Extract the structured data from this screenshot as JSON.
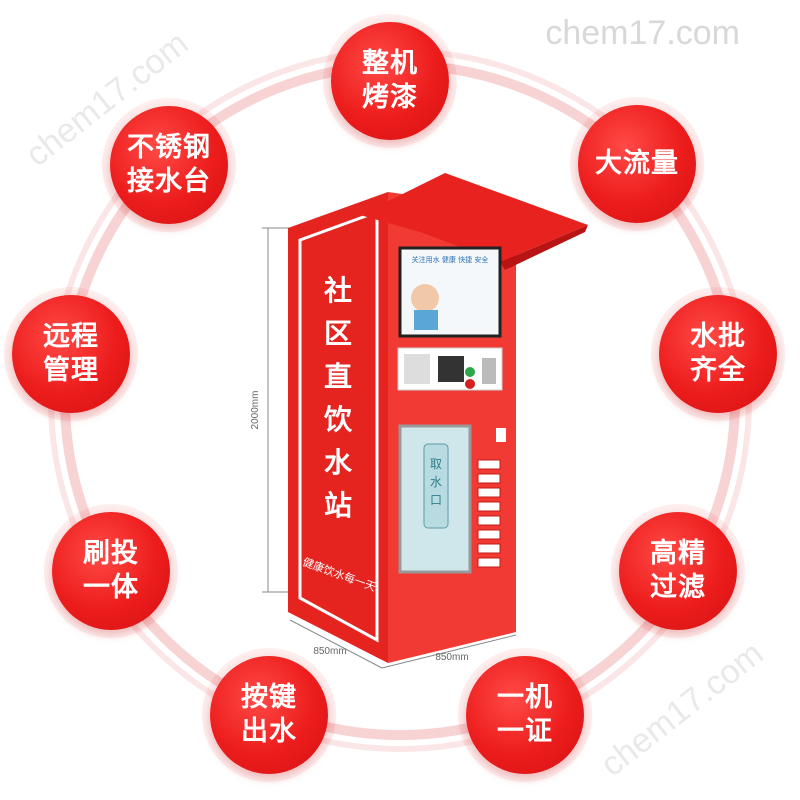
{
  "watermark": "chem17.com",
  "features": [
    {
      "line1": "整机",
      "line2": "烤漆"
    },
    {
      "line1": "大流量",
      "line2": ""
    },
    {
      "line1": "水批",
      "line2": "齐全"
    },
    {
      "line1": "高精",
      "line2": "过滤"
    },
    {
      "line1": "一机",
      "line2": "一证"
    },
    {
      "line1": "按键",
      "line2": "出水"
    },
    {
      "line1": "刷投",
      "line2": "一体"
    },
    {
      "line1": "远程",
      "line2": "管理"
    },
    {
      "line1": "不锈钢",
      "line2": "接水台"
    }
  ],
  "machine": {
    "side_title": [
      "社",
      "区",
      "直",
      "饮",
      "水",
      "站"
    ],
    "slogan": "健康饮水每一天",
    "screen_text": "关注用水 健康 快捷 安全",
    "tap_label": [
      "取",
      "水",
      "口"
    ]
  },
  "dimensions": {
    "height": "2000mm",
    "width": "850mm",
    "depth": "850mm"
  },
  "colors": {
    "accent": "#ec1c1c",
    "ring": "#f7d3d4",
    "cabinet": "#e8231f"
  }
}
